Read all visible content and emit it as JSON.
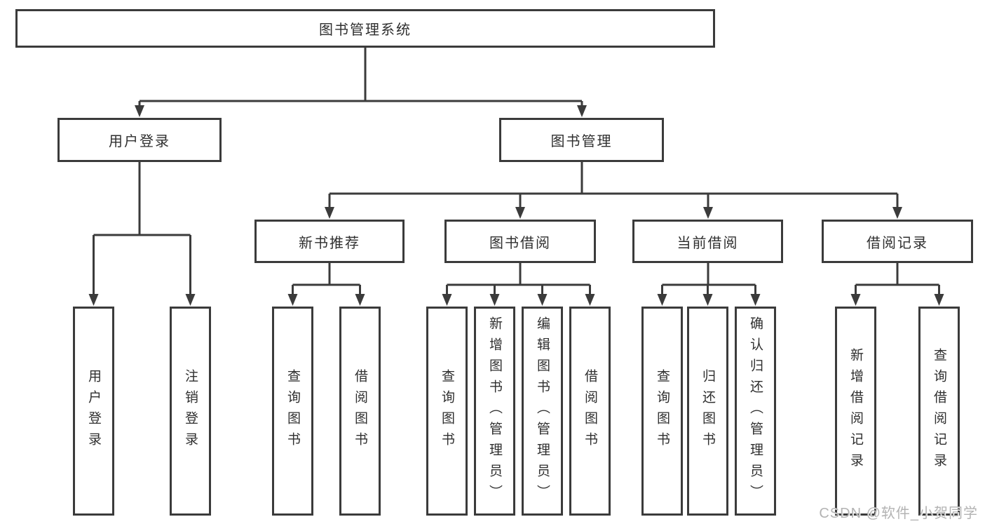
{
  "diagram_title": "图书管理系统",
  "tree": {
    "label": "图书管理系统",
    "children": [
      {
        "label": "用户登录",
        "children": [
          {
            "label": "用户登录"
          },
          {
            "label": "注销登录"
          }
        ]
      },
      {
        "label": "图书管理",
        "children": [
          {
            "label": "新书推荐",
            "children": [
              {
                "label": "查询图书"
              },
              {
                "label": "借阅图书"
              }
            ]
          },
          {
            "label": "图书借阅",
            "children": [
              {
                "label": "查询图书"
              },
              {
                "label": "新增图书（管理员）"
              },
              {
                "label": "编辑图书（管理员）"
              },
              {
                "label": "借阅图书"
              }
            ]
          },
          {
            "label": "当前借阅",
            "children": [
              {
                "label": "查询图书"
              },
              {
                "label": "归还图书"
              },
              {
                "label": "确认归还（管理员）"
              }
            ]
          },
          {
            "label": "借阅记录",
            "children": [
              {
                "label": "新增借阅记录"
              },
              {
                "label": "查询借阅记录"
              }
            ]
          }
        ]
      }
    ]
  },
  "watermark": {
    "text": "CSDN @软件_小贺同学"
  },
  "colors": {
    "line": "#3b3b3b",
    "box_border": "#3b3b3b",
    "text": "#2f2f2f",
    "background": "#ffffff",
    "watermark": "#b3b3b3"
  }
}
